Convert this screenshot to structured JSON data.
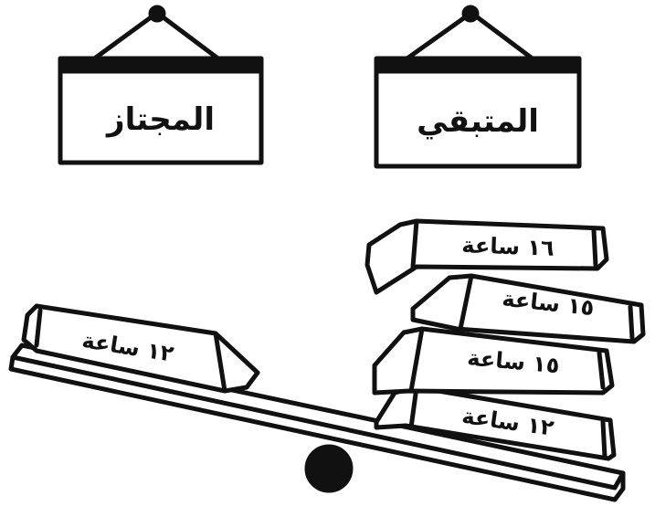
{
  "signs": {
    "left": "المجتاز",
    "right": "المتبقي"
  },
  "books": {
    "left_pan": [
      "١٢ ساعة"
    ],
    "right_stack": [
      "١٦ ساعة",
      "١٥ ساعة",
      "١٥ ساعة",
      "١٢ ساعة"
    ]
  }
}
